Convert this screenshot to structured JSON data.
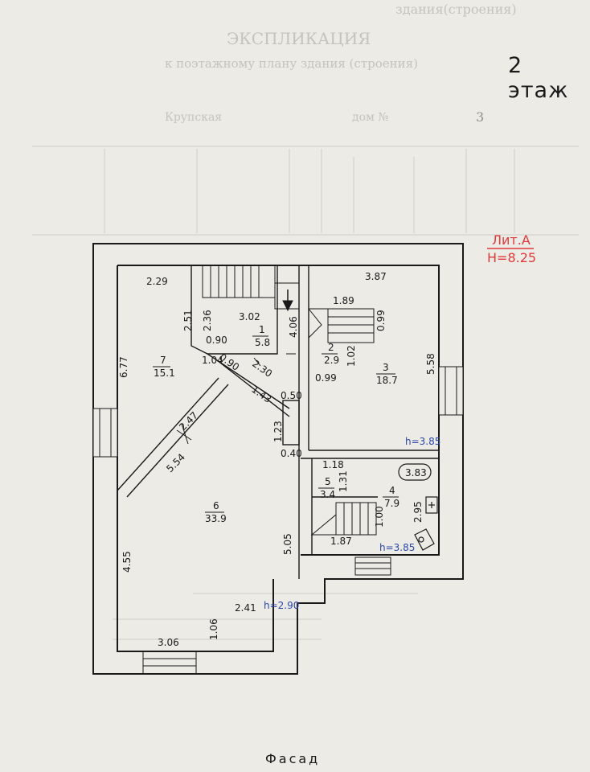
{
  "header": {
    "top_right": "здания(строения)",
    "title": "ЭКСПЛИКАЦИЯ",
    "subtitle": "к поэтажному плану здания (строения)",
    "street": "Крупская",
    "house": "дом №",
    "house_num": "3"
  },
  "floor_label": "2 этаж",
  "facade_label": "Фасад",
  "liter": {
    "line1": "Лит.А",
    "line2": "H=8.25"
  },
  "rooms": [
    {
      "num": "1",
      "area": "5.8"
    },
    {
      "num": "2",
      "area": "2.9"
    },
    {
      "num": "3",
      "area": "18.7"
    },
    {
      "num": "4",
      "area": "7.9"
    },
    {
      "num": "5",
      "area": "3.4"
    },
    {
      "num": "6",
      "area": "33.9"
    },
    {
      "num": "7",
      "area": "15.1"
    }
  ],
  "dims": {
    "d_2_29": "2.29",
    "d_3_87": "3.87",
    "d_2_51": "2.51",
    "d_2_36": "2.36",
    "d_3_02": "3.02",
    "d_4_06": "4.06",
    "d_1_89": "1.89",
    "d_0_99a": "0.99",
    "d_6_77": "6.77",
    "d_0_90a": "0.90",
    "d_1_04": "1.04",
    "d_0_90b": "0.90",
    "d_2_30": "2.30",
    "d_1_02": "1.02",
    "d_0_99b": "0.99",
    "d_5_58": "5.58",
    "d_1_43": "1.43",
    "d_0_50": "0.50",
    "d_2_47": "2.47",
    "d_1_23": "1.23",
    "d_0_40": "0.40",
    "d_5_54": "5.54",
    "d_1_18": "1.18",
    "d_1_31": "1.31",
    "d_3_83": "3.83",
    "d_2_95": "2.95",
    "d_1_00": "1.00",
    "d_1_87": "1.87",
    "d_5_05": "5.05",
    "d_4_55": "4.55",
    "d_2_41": "2.41",
    "d_1_06": "1.06",
    "d_3_06": "3.06"
  },
  "heights": {
    "h1": "h=3.85",
    "h2": "h=3.85",
    "h3": "h=2.90"
  }
}
